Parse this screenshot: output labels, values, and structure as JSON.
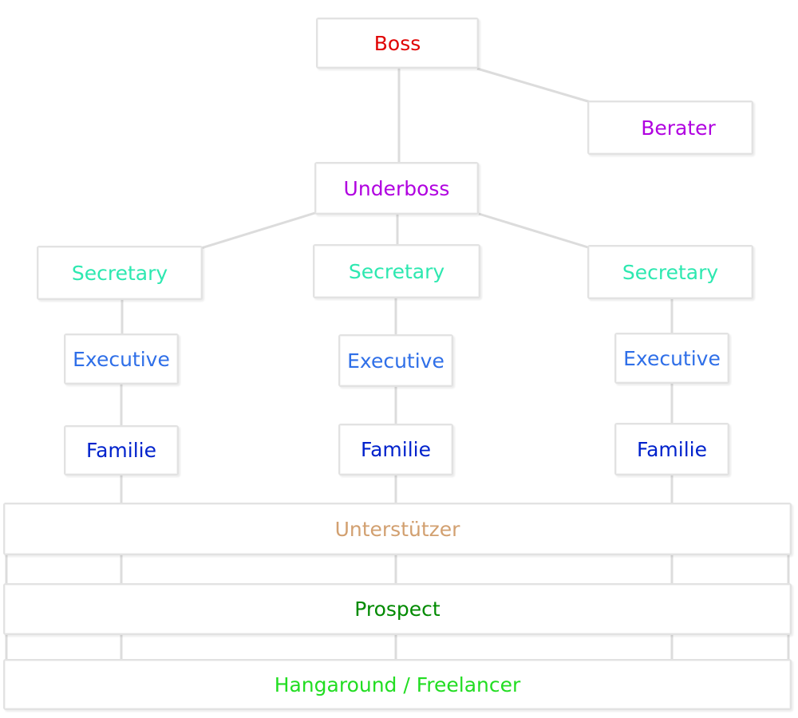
{
  "nodes": {
    "boss": {
      "label": "Boss",
      "color": "#e00000"
    },
    "berater": {
      "label": "Berater",
      "color": "#b000e0"
    },
    "underboss": {
      "label": "Underboss",
      "color": "#b000e0"
    },
    "secretary_left": {
      "label": "Secretary",
      "color": "#2de8b0"
    },
    "secretary_center": {
      "label": "Secretary",
      "color": "#2de8b0"
    },
    "secretary_right": {
      "label": "Secretary",
      "color": "#2de8b0"
    },
    "executive_left": {
      "label": "Executive",
      "color": "#2f6fe8"
    },
    "executive_center": {
      "label": "Executive",
      "color": "#2f6fe8"
    },
    "executive_right": {
      "label": "Executive",
      "color": "#2f6fe8"
    },
    "familie_left": {
      "label": "Familie",
      "color": "#0022cc"
    },
    "familie_center": {
      "label": "Familie",
      "color": "#0022cc"
    },
    "familie_right": {
      "label": "Familie",
      "color": "#0022cc"
    },
    "unterstuetzer": {
      "label": "Unterstützer",
      "color": "#d2a070"
    },
    "prospect": {
      "label": "Prospect",
      "color": "#008a00"
    },
    "hangaround": {
      "label": "Hangaround / Freelancer",
      "color": "#22dd22"
    }
  },
  "connector_color": "#dcdcdc",
  "box_border_color": "#e2e2e2"
}
